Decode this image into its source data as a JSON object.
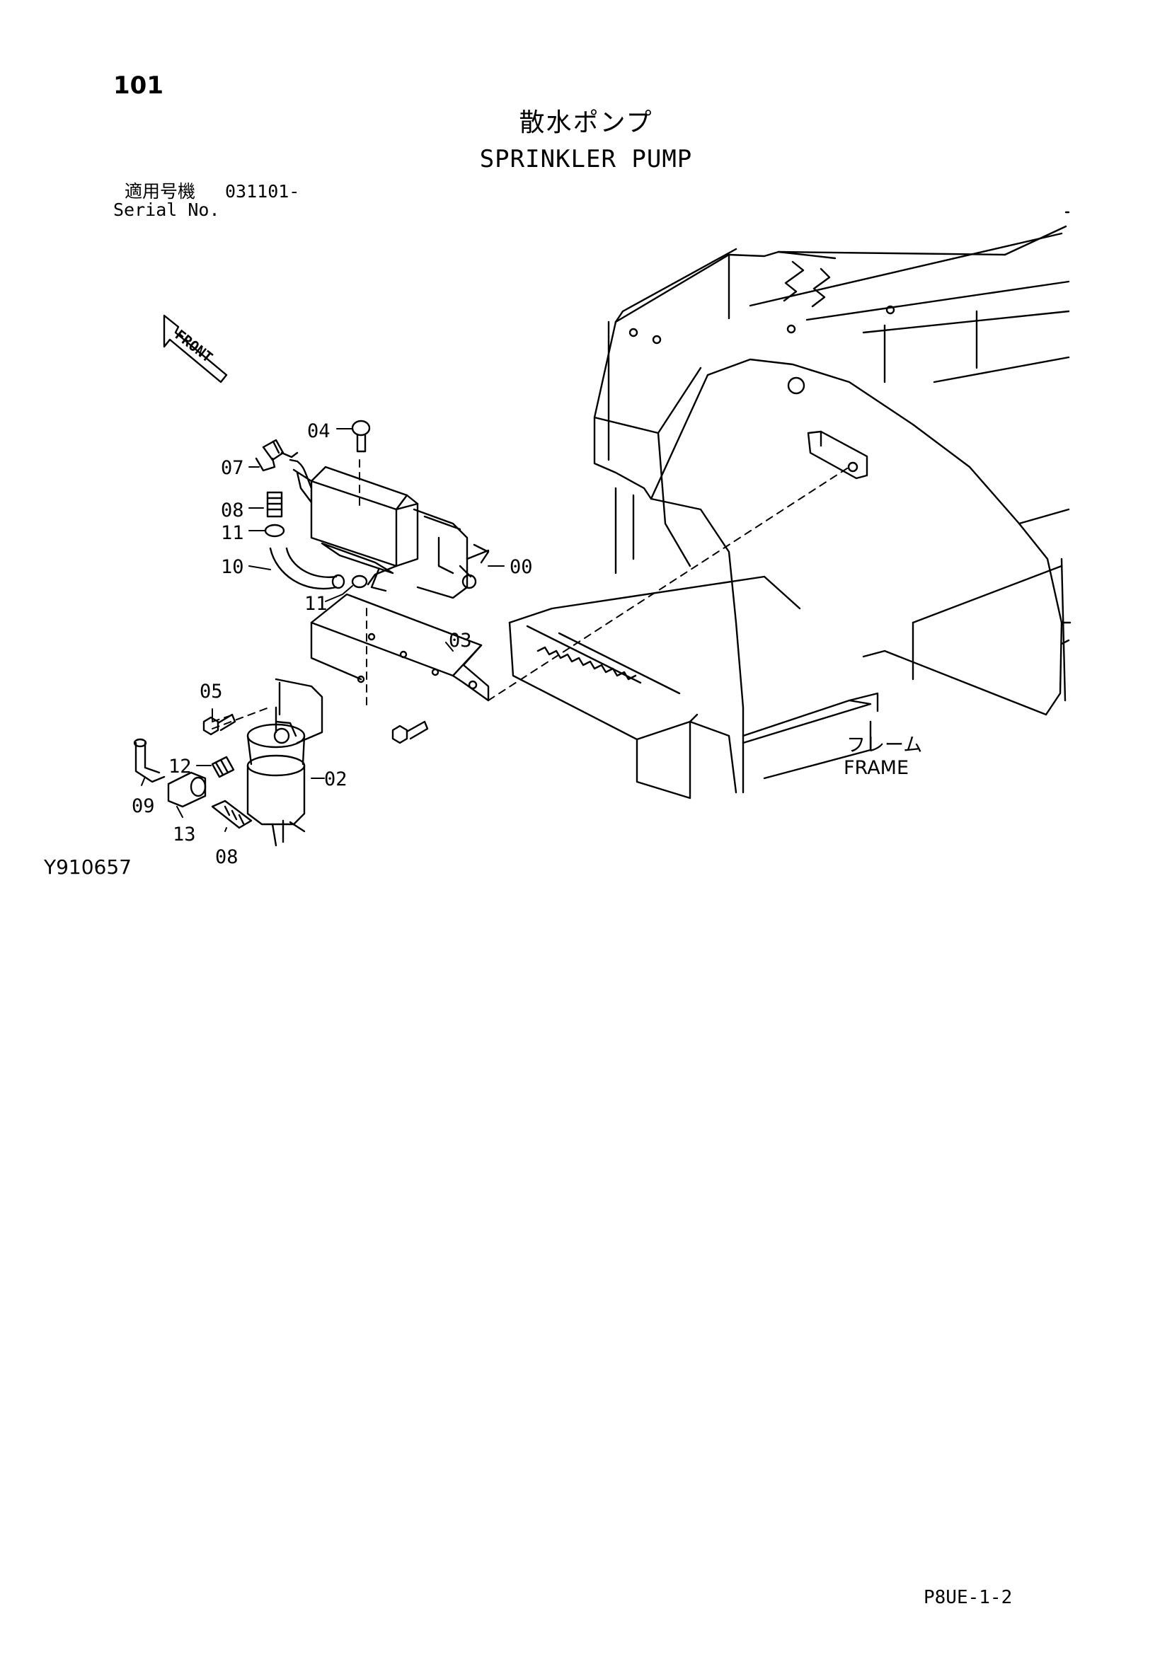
{
  "header": {
    "page_number": "101",
    "title_ja": "散水ポンプ",
    "title_en": "SPRINKLER PUMP",
    "serial_label_ja": "適用号機",
    "serial_value": "031101-",
    "serial_label_en": "Serial No."
  },
  "diagram": {
    "direction_marker": "FRONT",
    "frame_label_ja": "フレーム",
    "frame_label_en": "FRAME",
    "callouts": [
      "00",
      "02",
      "03",
      "04",
      "05",
      "07",
      "08",
      "09",
      "10",
      "11",
      "11",
      "12",
      "13",
      "08"
    ]
  },
  "footer": {
    "drawing_id": "Y910657",
    "doc_code": "P8UE-1-2"
  }
}
